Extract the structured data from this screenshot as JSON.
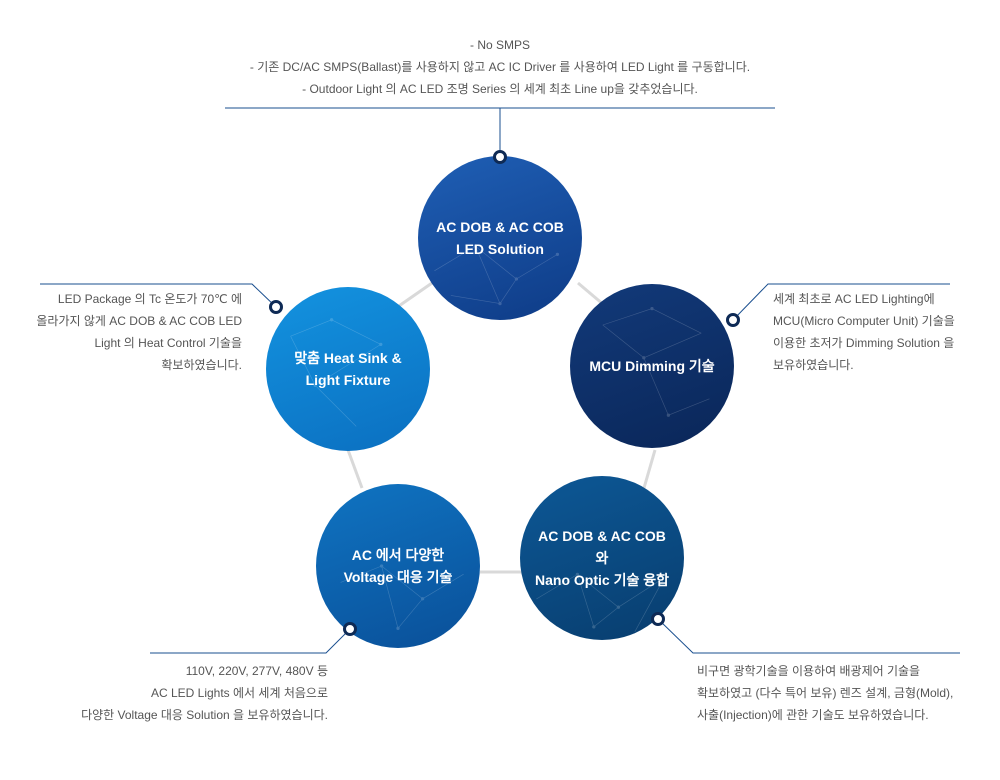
{
  "nodes": {
    "top": {
      "label": "AC DOB & AC COB\nLED Solution",
      "color_from": "#1f5fb5",
      "color_to": "#0e3b86"
    },
    "left": {
      "label": "맞춤 Heat Sink &\nLight Fixture",
      "color_from": "#1393e0",
      "color_to": "#0b6fc0"
    },
    "right": {
      "label": "MCU Dimming 기술",
      "color_from": "#123a7a",
      "color_to": "#0a2658"
    },
    "bottom_left": {
      "label": "AC 에서 다양한\nVoltage 대응 기술",
      "color_from": "#0f74c2",
      "color_to": "#0a4f98"
    },
    "bottom_right": {
      "label": "AC DOB & AC COB 와\nNano Optic 기술 융합",
      "color_from": "#0d5896",
      "color_to": "#083d6e"
    }
  },
  "descriptions": {
    "top": [
      "- No SMPS",
      "- 기존 DC/AC SMPS(Ballast)를 사용하지 않고 AC IC Driver 를 사용하여 LED Light 를 구동합니다.",
      "- Outdoor Light 의 AC LED 조명 Series 의 세계 최초 Line up을 갖추었습니다."
    ],
    "left": [
      "LED Package 의 Tc 온도가 70℃ 에",
      "올라가지 않게 AC DOB & AC COB LED",
      "Light 의 Heat Control 기술을",
      "확보하였습니다."
    ],
    "right": [
      "세계 최초로 AC LED Lighting에",
      "MCU(Micro Computer Unit) 기술을",
      "이용한 초저가 Dimming Solution 을",
      "보유하였습니다."
    ],
    "bottom_left": [
      "110V, 220V, 277V, 480V 등",
      "AC LED Lights 에서 세계 처음으로",
      "다양한 Voltage 대응 Solution 을 보유하였습니다."
    ],
    "bottom_right": [
      "비구면 광학기술을 이용하여 배광제어 기술을",
      "확보하였고 (다수 특어 보유) 렌즈 설계, 금형(Mold),",
      "사출(Injection)에 관한 기술도 보유하였습니다."
    ]
  },
  "colors": {
    "leader_line": "#1a4f8f",
    "connector": "#d9d9d9",
    "marker_fill": "#ffffff"
  }
}
